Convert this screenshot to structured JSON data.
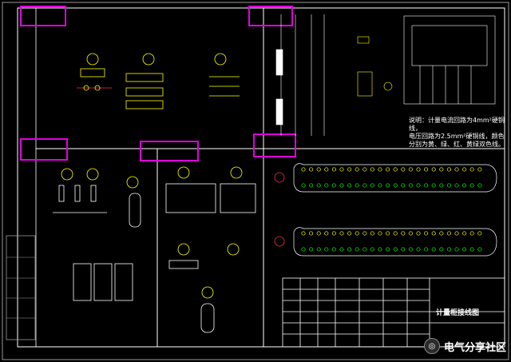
{
  "drawing": {
    "title": "计量柜接线图",
    "notes": {
      "line1": "说明：计量电流回路为4mm²硬铜线，",
      "line2": "电压回路为2.5mm²硬铜线，颜色",
      "line3": "分别为黄、绿、红、黄绿双色线。"
    }
  },
  "watermark": {
    "text": "电气分享社区",
    "icon": "wechat-icon"
  },
  "colors": {
    "frame": "#ffffff",
    "highlight": "#e000e0",
    "device": "#ffff00",
    "accent": "#ff3030",
    "wire": "#00ff00"
  }
}
